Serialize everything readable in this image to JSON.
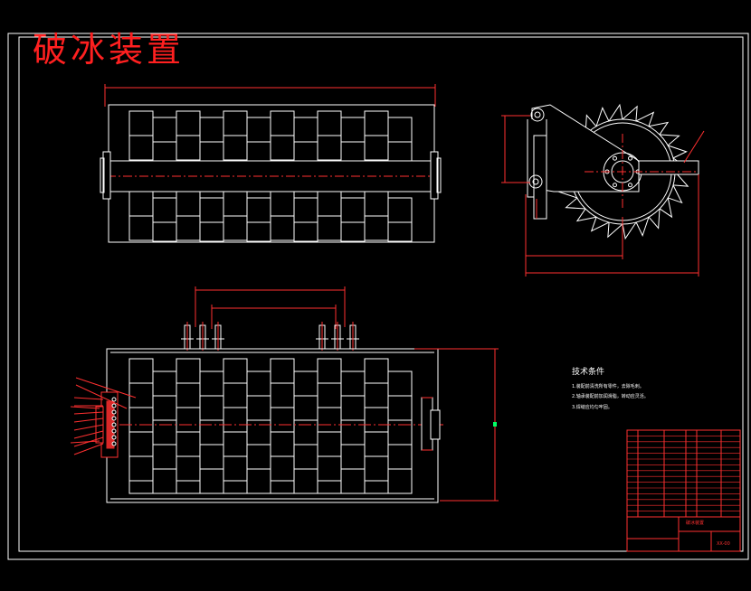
{
  "drawing": {
    "title": "破冰装置",
    "colors": {
      "background": "#000000",
      "outline": "#ffffff",
      "dimension": "#ff3030",
      "centerline": "#ff3030",
      "marker": "#00ff66"
    }
  },
  "tech_requirements": {
    "heading": "技术条件",
    "notes": [
      "1.装配前清洗所有零件，去除毛刺。",
      "2.轴承装配前加润滑脂，转动应灵活。",
      "3.焊缝应均匀牢固。"
    ]
  },
  "title_block": {
    "drawing_name": "破冰装置",
    "code": "XX-00"
  }
}
